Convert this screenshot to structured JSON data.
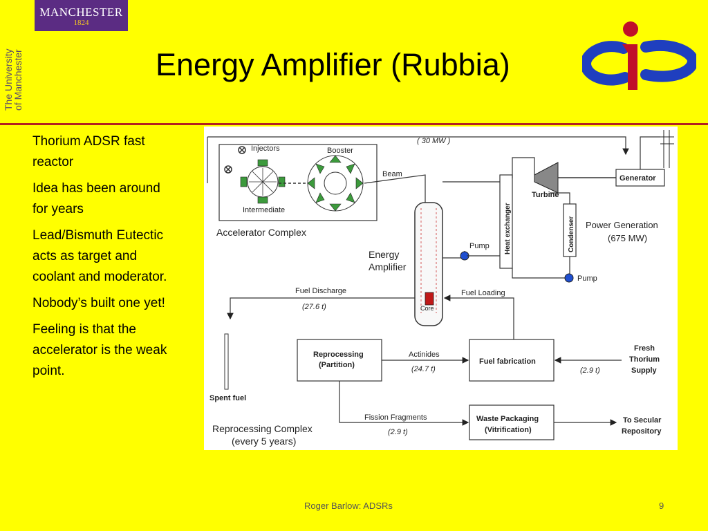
{
  "header": {
    "logo_line1": "MANCHESTER",
    "logo_line2": "1824",
    "university_text": [
      "The University",
      "of Manchester"
    ],
    "title": "Energy Amplifier (Rubbia)"
  },
  "bullets": [
    "Thorium ADSR fast reactor",
    "Idea has been around for years",
    "Lead/Bismuth Eutectic acts as target and coolant and moderator.",
    "Nobody’s built one yet!",
    "Feeling is that the accelerator is the weak point."
  ],
  "diagram": {
    "power_feed": "( 30 MW )",
    "injectors": "Injectors",
    "booster": "Booster",
    "intermediate": "Intermediate",
    "accelerator_complex": "Accelerator Complex",
    "beam": "Beam",
    "energy_amplifier_1": "Energy",
    "energy_amplifier_2": "Amplifier",
    "core": "Core",
    "pump": "Pump",
    "heat_exchanger": "Heat exchanger",
    "turbine": "Turbine",
    "generator": "Generator",
    "condenser": "Condenser",
    "power_generation_1": "Power Generation",
    "power_generation_2": "(675 MW)",
    "fuel_discharge": "Fuel Discharge",
    "fuel_discharge_mass": "(27.6 t)",
    "fuel_loading": "Fuel Loading",
    "spent_fuel": "Spent fuel",
    "reprocessing_1": "Reprocessing",
    "reprocessing_2": "(Partition)",
    "actinides": "Actinides",
    "actinides_mass": "(24.7 t)",
    "fuel_fabrication": "Fuel fabrication",
    "thorium_mass": "(2.9 t)",
    "fresh_1": "Fresh",
    "fresh_2": "Thorium",
    "fresh_3": "Supply",
    "fission_fragments": "Fission Fragments",
    "fission_mass": "(2.9 t)",
    "waste_1": "Waste Packaging",
    "waste_2": "(Vitrification)",
    "secular_1": "To Secular",
    "secular_2": "Repository",
    "reprocessing_complex_1": "Reprocessing Complex",
    "reprocessing_complex_2": "(every 5 years)"
  },
  "footer": {
    "author": "Roger Barlow: ADSRs",
    "page": "9"
  },
  "colors": {
    "background": "#ffff00",
    "manchester_purple": "#5b2c83",
    "rule": "#b22222",
    "logo_blue": "#1f3fbf",
    "logo_red": "#c0102a"
  }
}
